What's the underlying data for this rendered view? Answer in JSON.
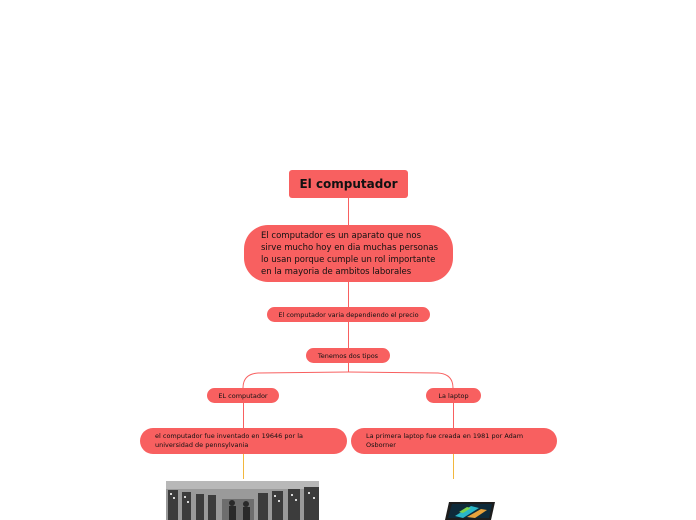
{
  "map": {
    "root": "El computador",
    "description": "El computador es un aparato que nos sirve mucho hoy en dia muchas personas lo usan porque cumple un rol importante en la mayoria de ambitos laborales",
    "price_note": "El computador varia dependiendo el precio",
    "types": "Tenemos dos tipos",
    "branch_left": {
      "label": "EL computador",
      "detail": "el computador fue inventado en 19646 por la universidad de pennsylvania"
    },
    "branch_right": {
      "label": "La laptop",
      "detail": "La primera laptop fue creada en 1981 por Adam Osborner"
    }
  },
  "colors": {
    "node_fill": "#f86060",
    "connector": "#f86060",
    "leaf_connector": "#f2b73d"
  },
  "images": {
    "left": "eniac-photo",
    "right": "laptop-photo"
  }
}
